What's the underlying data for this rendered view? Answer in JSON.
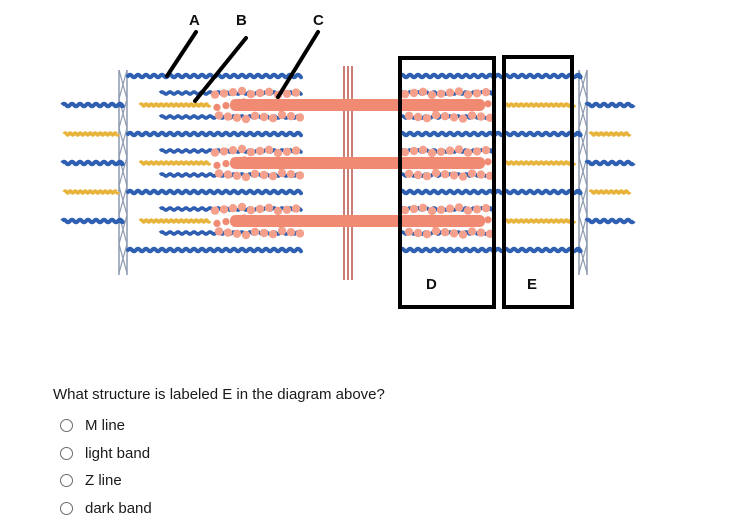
{
  "diagram": {
    "labels": {
      "a": "A",
      "b": "B",
      "c": "C",
      "d": "D",
      "e": "E"
    },
    "colors": {
      "actin": "#2e5fb0",
      "actin_light": "#6e97d6",
      "titin": "#e8b33a",
      "myosin": "#f08a72",
      "myosin_head": "#f4a08c",
      "z_line": "#8d9ab0",
      "m_line": "#b5473a",
      "box": "#000000"
    }
  },
  "question": {
    "text": "What structure is labeled E in the diagram above?",
    "options": [
      "M line",
      "light band",
      "Z line",
      "dark band"
    ]
  }
}
